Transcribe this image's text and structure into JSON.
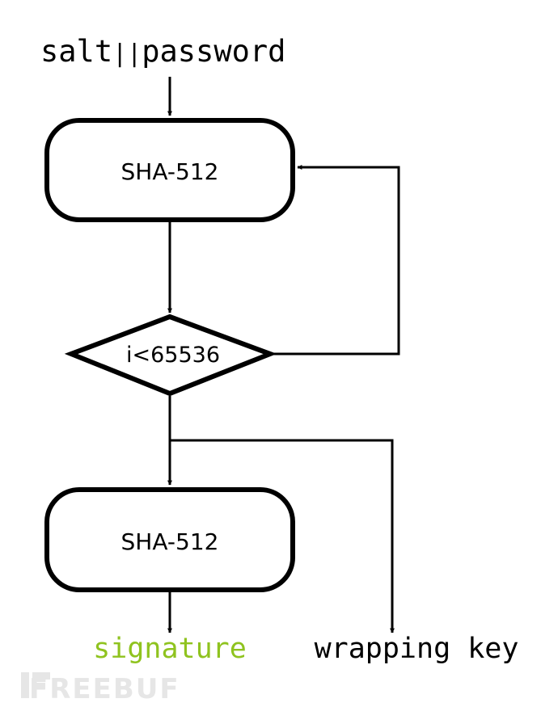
{
  "colors": {
    "stroke": "#000000",
    "text": "#000000",
    "signature": "#8fc31f",
    "watermark": "#e4e4e4"
  },
  "diagram": {
    "input": {
      "left": "salt",
      "separator": "||",
      "right": "password"
    },
    "hash_box_1": {
      "label": "SHA-512"
    },
    "decision": {
      "label": "i<65536"
    },
    "hash_box_2": {
      "label": "SHA-512"
    },
    "outputs": {
      "signature": "signature",
      "wrapping_key": "wrapping key"
    }
  },
  "watermark": {
    "text": "FREEBUF",
    "icon": "freebuf-logo-icon"
  }
}
